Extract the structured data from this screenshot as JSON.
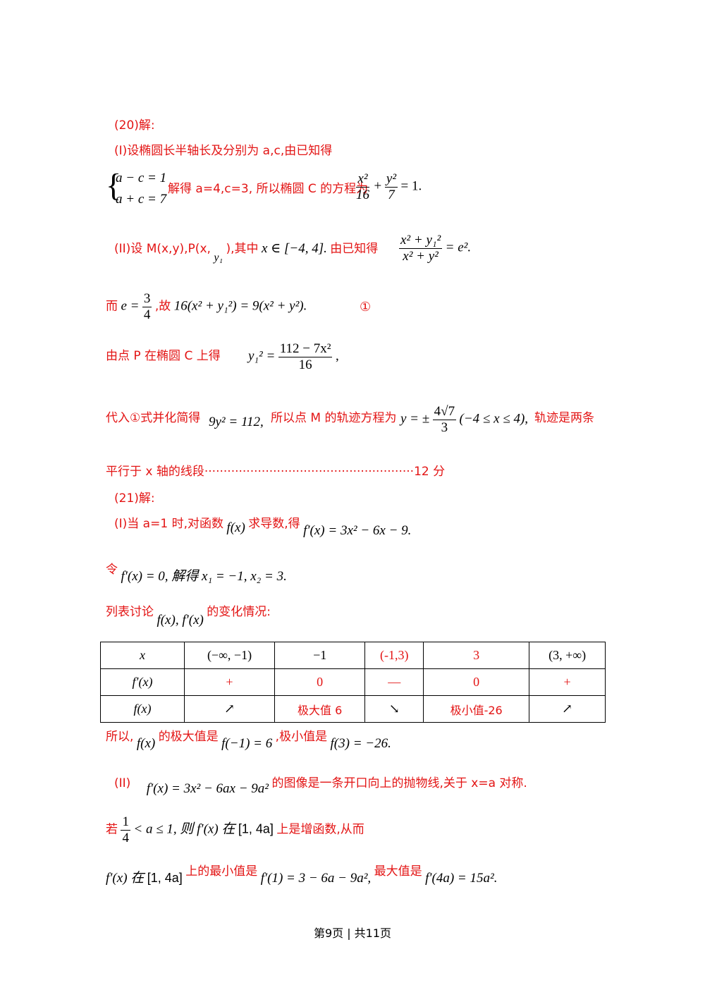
{
  "p20": {
    "header": "(20)解:",
    "part1_intro": "(I)设椭圆长半轴长及分别为 a,c,由已知得",
    "sys_eq1": "a − c = 1",
    "sys_eq2": "a + c = 7",
    "part1_result_text": "解得 a=4,c=3, 所以椭圆 C 的方程为",
    "part1_eq_rhs": "= 1.",
    "part2_intro": "(II)设 M(x,y),P(x,",
    "part2_y1": "y₁",
    "part2_mid": "),其中",
    "part2_domain": "x ∈ [−4, 4].",
    "part2_known": "由已知得",
    "part2_eq_num": "x² + y₁²",
    "part2_eq_den": "x² + y²",
    "part2_eq_rhs": "= e².",
    "e_line_prefix": "而",
    "e_expr": "e =",
    "e_num": "3",
    "e_den": "4",
    "e_comma": ",故",
    "e_result": "16(x² + y₁²) = 9(x² + y²).",
    "circled_one": "①",
    "on_ellipse": "由点 P 在椭圆 C 上得",
    "y1_sq": "y₁² =",
    "y1_num": "112 − 7x²",
    "y1_den": "16",
    "y1_comma": ",",
    "subst_text": "代入①式并化简得",
    "subst_eq": "9y² = 112,",
    "locus_text": "所以点 M 的轨迹方程为",
    "locus_lhs": "y = ±",
    "locus_num": "4√7",
    "locus_den": "3",
    "locus_range": "(−4 ≤ x ≤ 4),",
    "locus_tail": "轨迹是两条",
    "segment_line": "平行于 x 轴的线段·······················································12 分"
  },
  "p21": {
    "header": "(21)解:",
    "part1_text": "(I)当 a=1 时,对函数",
    "fx": "f(x)",
    "deriv_text": "求导数,得",
    "deriv_eq": "f′(x) = 3x² − 6x − 9.",
    "let_text": "令",
    "let_eq": "f′(x) = 0, 解得 x₁ = −1, x₂ = 3.",
    "table_intro": "列表讨论",
    "table_fns": "f(x), f′(x)",
    "table_intro_tail": "的变化情况:",
    "table": {
      "rows": [
        [
          "x",
          "(−∞, −1)",
          "−1",
          "(-1,3)",
          "3",
          "(3, +∞)"
        ],
        [
          "f′(x)",
          "+",
          "0",
          "—",
          "0",
          "+"
        ],
        [
          "f(x)",
          "↗",
          "极大值 6",
          "↘",
          "极小值-26",
          "↗"
        ]
      ]
    },
    "conclude_text": "所以,",
    "conclude_fx": "f(x)",
    "conclude_max_text": "的极大值是",
    "conclude_max_eq": "f(−1) = 6",
    "conclude_min_text": ",极小值是",
    "conclude_min_eq": "f(3) = −26.",
    "part2_label": "(II)",
    "part2_eq": "f′(x) = 3x² − 6ax − 9a²",
    "part2_text": "的图像是一条开口向上的抛物线,关于 x=a 对称.",
    "if_text": "若",
    "if_num": "1",
    "if_den": "4",
    "if_cond": "< a ≤ 1, 则 f′(x) 在",
    "interval": "[1, 4a]",
    "if_tail": "上是增函数,从而",
    "last_fx": "f′(x) 在",
    "last_min_text": "上的最小值是",
    "last_min_eq": "f′(1) = 3 − 6a − 9a²,",
    "last_max_text": "最大值是",
    "last_max_eq": "f′(4a) = 15a²."
  },
  "footer": "第9页 | 共11页"
}
